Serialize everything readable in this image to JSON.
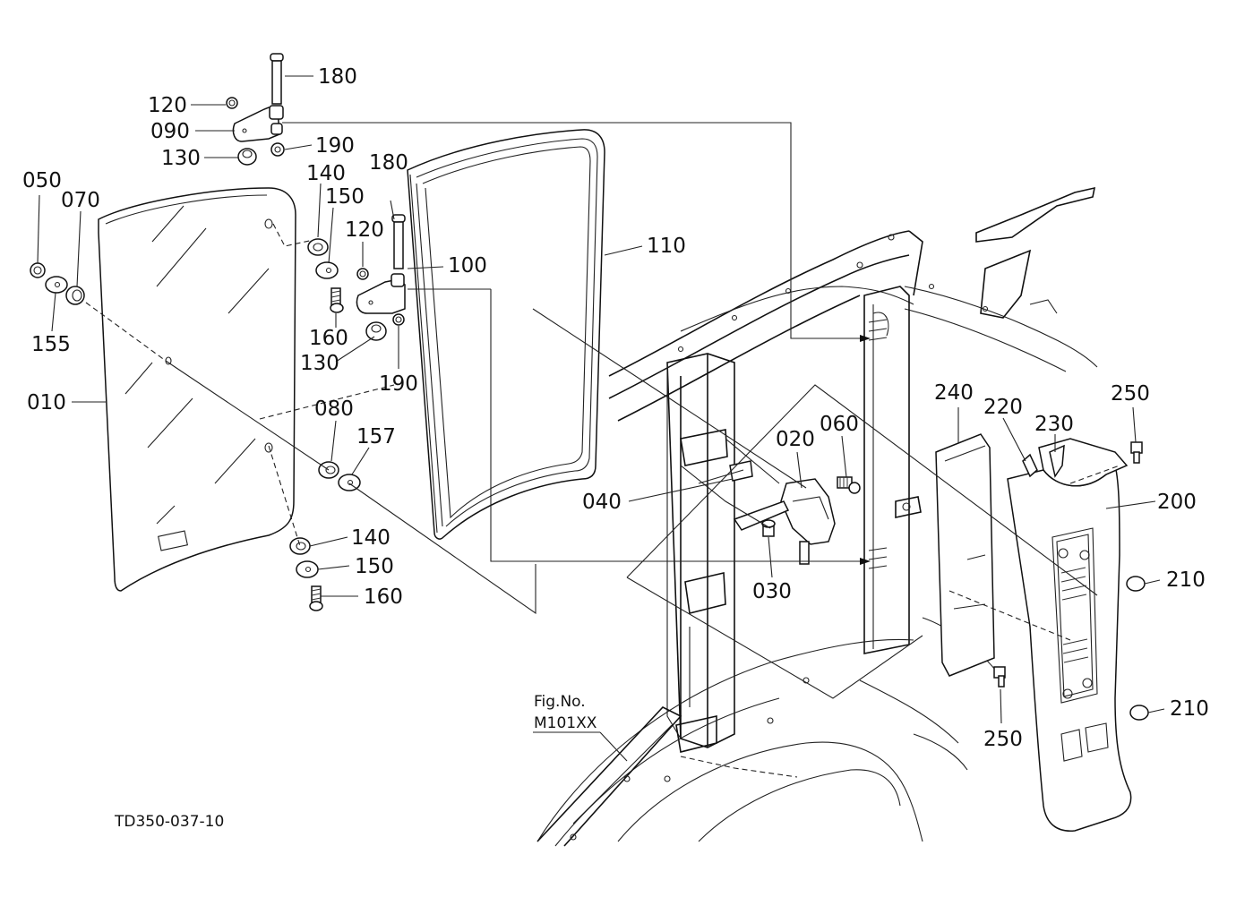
{
  "drawing_code": "TD350-037-10",
  "figure_ref": {
    "line1": "Fig.No.",
    "line2": "M101XX"
  },
  "parts": {
    "p010": "010",
    "p020": "020",
    "p030": "030",
    "p040": "040",
    "p050": "050",
    "p060": "060",
    "p070": "070",
    "p080": "080",
    "p090": "090",
    "p100": "100",
    "p110": "110",
    "p120a": "120",
    "p120b": "120",
    "p130a": "130",
    "p130b": "130",
    "p140a": "140",
    "p140b": "140",
    "p150a": "150",
    "p150b": "150",
    "p155": "155",
    "p157": "157",
    "p160a": "160",
    "p160b": "160",
    "p180a": "180",
    "p180b": "180",
    "p190a": "190",
    "p190b": "190",
    "p200": "200",
    "p210a": "210",
    "p210b": "210",
    "p220": "220",
    "p230": "230",
    "p240": "240",
    "p250a": "250",
    "p250b": "250"
  }
}
